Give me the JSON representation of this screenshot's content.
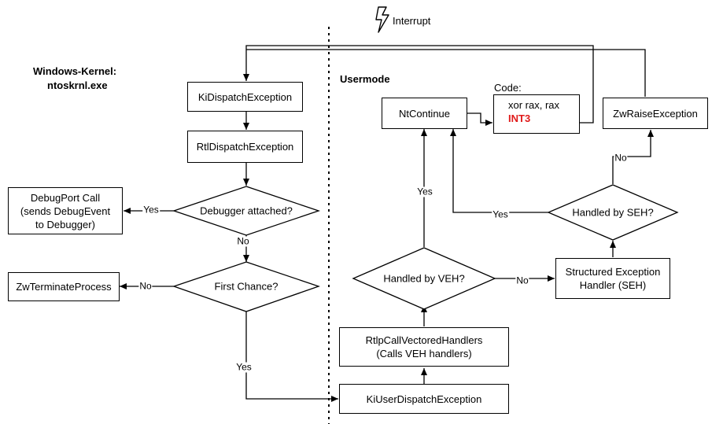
{
  "header": {
    "interrupt": "Interrupt",
    "kernel_title": "Windows-Kernel:",
    "kernel_subtitle": "ntoskrnl.exe",
    "usermode": "Usermode"
  },
  "nodes": {
    "ki_dispatch": "KiDispatchException",
    "rtl_dispatch": "RtlDispatchException",
    "debugger_attached": "Debugger attached?",
    "debugport_line1": "DebugPort Call",
    "debugport_line2": "(sends DebugEvent",
    "debugport_line3": "to Debugger)",
    "first_chance": "First Chance?",
    "zw_terminate": "ZwTerminateProcess",
    "ki_user_dispatch": "KiUserDispatchException",
    "rtlp_call_line1": "RtlpCallVectoredHandlers",
    "rtlp_call_line2": "(Calls VEH handlers)",
    "handled_veh": "Handled by VEH?",
    "seh_line1": "Structured Exception",
    "seh_line2": "Handler (SEH)",
    "handled_seh": "Handled by SEH?",
    "zw_raise": "ZwRaiseException",
    "nt_continue": "NtContinue"
  },
  "code": {
    "title": "Code:",
    "line1": "xor rax, rax",
    "line2": "INT3"
  },
  "edges": {
    "debugger_yes": "Yes",
    "debugger_no": "No",
    "first_no": "No",
    "first_yes": "Yes",
    "veh_yes": "Yes",
    "veh_no": "No",
    "seh_yes": "Yes",
    "seh_no": "No"
  },
  "colors": {
    "line": "#000000",
    "int3": "#e01a1a"
  }
}
